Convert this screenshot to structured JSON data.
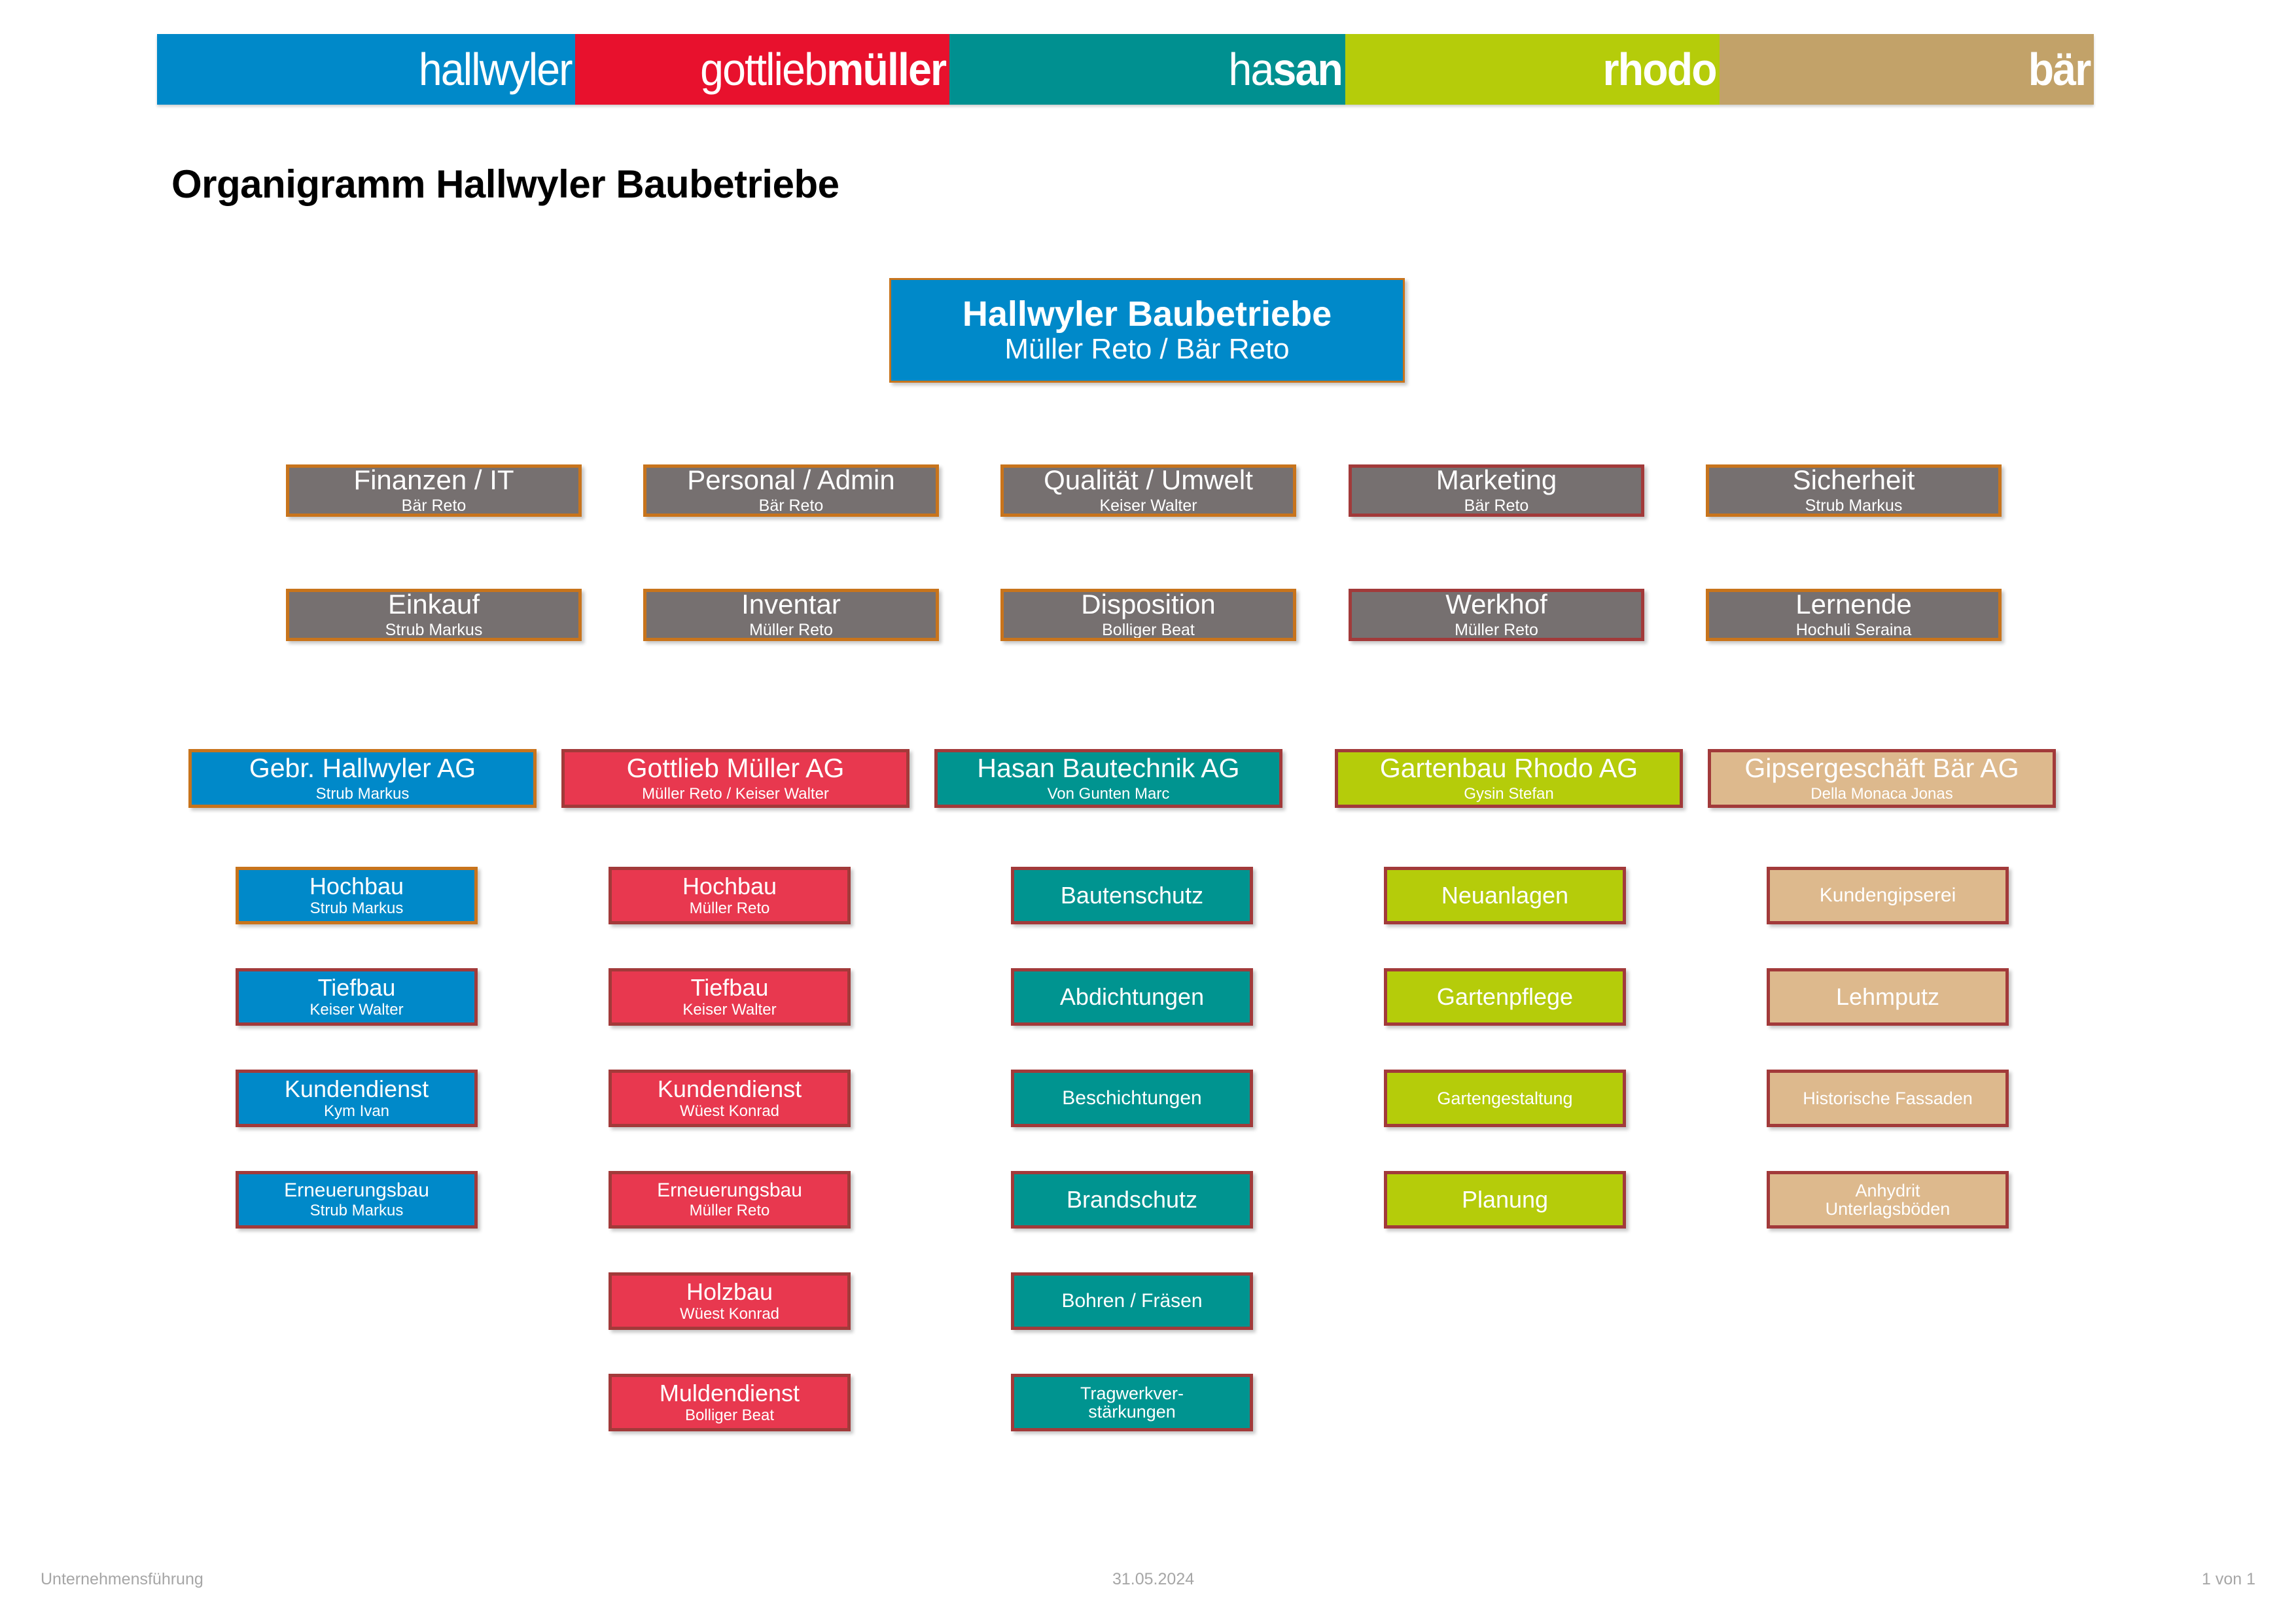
{
  "banner": {
    "segments": [
      {
        "name": "hallwyler",
        "prefix": "hallwyler",
        "bold": "",
        "bg": "#0089C9",
        "flex": 9.5
      },
      {
        "name": "gottliebmuller",
        "prefix": "gottlieb",
        "bold": "müller",
        "bg": "#E8112D",
        "flex": 8.5
      },
      {
        "name": "hasan",
        "prefix": "ha",
        "bold": "san",
        "bg": "#009090",
        "flex": 9.0
      },
      {
        "name": "rhodo",
        "prefix": "",
        "bold": "rhodo",
        "bg": "#B5CC0A",
        "flex": 8.5
      },
      {
        "name": "bar",
        "prefix": "",
        "bold": "bär",
        "bg": "#C2A269",
        "flex": 8.5
      }
    ]
  },
  "title": "Organigramm Hallwyler Baubetriebe",
  "root": {
    "label": "Hallwyler Baubetriebe",
    "person": "Müller Reto / Bär Reto",
    "bg": "#0089C9",
    "border": "#C8741C"
  },
  "staff_rows": [
    [
      {
        "label": "Finanzen / IT",
        "person": "Bär Reto",
        "bg": "#767070",
        "border": "#C8741C"
      },
      {
        "label": "Personal / Admin",
        "person": "Bär Reto",
        "bg": "#767070",
        "border": "#C8741C"
      },
      {
        "label": "Qualität / Umwelt",
        "person": "Keiser Walter",
        "bg": "#767070",
        "border": "#C8741C"
      },
      {
        "label": "Marketing",
        "person": "Bär Reto",
        "bg": "#767070",
        "border": "#A23A3A"
      },
      {
        "label": "Sicherheit",
        "person": "Strub Markus",
        "bg": "#767070",
        "border": "#C8741C"
      }
    ],
    [
      {
        "label": "Einkauf",
        "person": "Strub Markus",
        "bg": "#767070",
        "border": "#C8741C"
      },
      {
        "label": "Inventar",
        "person": "Müller Reto",
        "bg": "#767070",
        "border": "#C8741C"
      },
      {
        "label": "Disposition",
        "person": "Bolliger Beat",
        "bg": "#767070",
        "border": "#C8741C"
      },
      {
        "label": "Werkhof",
        "person": "Müller Reto",
        "bg": "#767070",
        "border": "#A23A3A"
      },
      {
        "label": "Lernende",
        "person": "Hochuli Seraina",
        "bg": "#767070",
        "border": "#C8741C"
      }
    ]
  ],
  "divisions": [
    {
      "name": "gebr-hallwyler-ag",
      "header": {
        "label": "Gebr. Hallwyler AG",
        "person": "Strub Markus",
        "bg": "#0089C9",
        "border": "#C8741C"
      },
      "items": [
        {
          "label": "Hochbau",
          "person": "Strub Markus",
          "bg": "#0089C9",
          "border": "#C8741C"
        },
        {
          "label": "Tiefbau",
          "person": "Keiser Walter",
          "bg": "#0089C9",
          "border": "#A23A3A"
        },
        {
          "label": "Kundendienst",
          "person": "Kym Ivan",
          "bg": "#0089C9",
          "border": "#A23A3A"
        },
        {
          "label": "Erneuerungsbau",
          "person": "Strub Markus",
          "bg": "#0089C9",
          "border": "#A23A3A"
        }
      ]
    },
    {
      "name": "gottlieb-mueller-ag",
      "header": {
        "label": "Gottlieb Müller AG",
        "person": "Müller Reto / Keiser Walter",
        "bg": "#E8384F",
        "border": "#A23A3A"
      },
      "items": [
        {
          "label": "Hochbau",
          "person": "Müller Reto",
          "bg": "#E8384F",
          "border": "#A23A3A"
        },
        {
          "label": "Tiefbau",
          "person": "Keiser Walter",
          "bg": "#E8384F",
          "border": "#A23A3A"
        },
        {
          "label": "Kundendienst",
          "person": "Wüest Konrad",
          "bg": "#E8384F",
          "border": "#A23A3A"
        },
        {
          "label": "Erneuerungsbau",
          "person": "Müller Reto",
          "bg": "#E8384F",
          "border": "#A23A3A"
        },
        {
          "label": "Holzbau",
          "person": "Wüest Konrad",
          "bg": "#E8384F",
          "border": "#A23A3A"
        },
        {
          "label": "Muldendienst",
          "person": "Bolliger Beat",
          "bg": "#E8384F",
          "border": "#A23A3A"
        }
      ]
    },
    {
      "name": "hasan-bautechnik-ag",
      "header": {
        "label": "Hasan Bautechnik AG",
        "person": "Von Gunten Marc",
        "bg": "#009490",
        "border": "#A23A3A"
      },
      "items": [
        {
          "label": "Bautenschutz",
          "person": "",
          "bg": "#009490",
          "border": "#A23A3A"
        },
        {
          "label": "Abdichtungen",
          "person": "",
          "bg": "#009490",
          "border": "#A23A3A"
        },
        {
          "label": "Beschichtungen",
          "person": "",
          "bg": "#009490",
          "border": "#A23A3A"
        },
        {
          "label": "Brandschutz",
          "person": "",
          "bg": "#009490",
          "border": "#A23A3A"
        },
        {
          "label": "Bohren / Fräsen",
          "person": "",
          "bg": "#009490",
          "border": "#A23A3A"
        },
        {
          "label": "Tragwerkver-\nstärkungen",
          "person": "",
          "bg": "#009490",
          "border": "#A23A3A"
        }
      ]
    },
    {
      "name": "gartenbau-rhodo-ag",
      "header": {
        "label": "Gartenbau Rhodo AG",
        "person": "Gysin Stefan",
        "bg": "#B5CC0A",
        "border": "#A23A3A"
      },
      "items": [
        {
          "label": "Neuanlagen",
          "person": "",
          "bg": "#B5CC0A",
          "border": "#A23A3A"
        },
        {
          "label": "Gartenpflege",
          "person": "",
          "bg": "#B5CC0A",
          "border": "#A23A3A"
        },
        {
          "label": "Gartengestaltung",
          "person": "",
          "bg": "#B5CC0A",
          "border": "#A23A3A"
        },
        {
          "label": "Planung",
          "person": "",
          "bg": "#B5CC0A",
          "border": "#A23A3A"
        }
      ]
    },
    {
      "name": "gipsergeschaeft-baer-ag",
      "header": {
        "label": "Gipsergeschäft Bär AG",
        "person": "Della Monaca Jonas",
        "bg": "#DDB98D",
        "border": "#A23A3A"
      },
      "items": [
        {
          "label": "Kundengipserei",
          "person": "",
          "bg": "#DDB98D",
          "border": "#A23A3A"
        },
        {
          "label": "Lehmputz",
          "person": "",
          "bg": "#DDB98D",
          "border": "#A23A3A"
        },
        {
          "label": "Historische Fassaden",
          "person": "",
          "bg": "#DDB98D",
          "border": "#A23A3A"
        },
        {
          "label": "Anhydrit\nUnterlagsböden",
          "person": "",
          "bg": "#DDB98D",
          "border": "#A23A3A"
        }
      ]
    }
  ],
  "footer": {
    "left": "Unternehmensführung",
    "center": "31.05.2024",
    "right": "1 von 1"
  }
}
